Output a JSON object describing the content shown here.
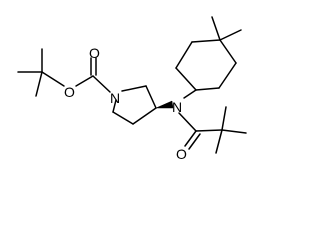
{
  "molecule": {
    "stereo_bond": "wedge",
    "atoms": {
      "o_carbonyl": "O",
      "o_ester": "O",
      "n_ring": "N",
      "n_amide": "N",
      "o_amide": "O"
    }
  }
}
